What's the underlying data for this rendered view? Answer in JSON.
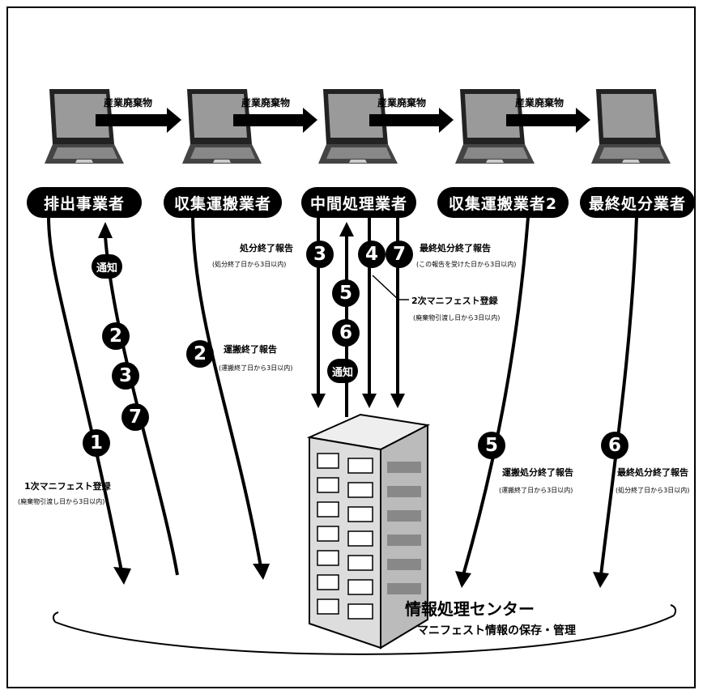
{
  "flow_label": "産業廃棄物",
  "actors": [
    "排出事業者",
    "収集運搬業者",
    "中間処理業者",
    "収集運搬業者2",
    "最終処分業者"
  ],
  "notice": "通知",
  "steps": {
    "s1": {
      "num": "1",
      "label": "1次マニフェスト登録",
      "sub": "(廃棄物引渡し日から3日以内)"
    },
    "s2": {
      "num": "2",
      "label": "運搬終了報告",
      "sub": "(運搬終了日から3日以内)"
    },
    "s3": {
      "num": "3",
      "label": "処分終了報告",
      "sub": "(処分終了日から3日以内)"
    },
    "s4": {
      "num": "4",
      "label": "2次マニフェスト登録",
      "sub": "(廃棄物引渡し日から3日以内)"
    },
    "s5": {
      "num": "5",
      "label": "運搬処分終了報告",
      "sub": "(運搬終了日から3日以内)"
    },
    "s6": {
      "num": "6",
      "label": "最終処分終了報告",
      "sub": "(処分終了日から3日以内)"
    },
    "s7": {
      "num": "7",
      "label": "最終処分終了報告",
      "sub": "(この報告を受けた日から3日以内)"
    }
  },
  "center": {
    "title": "情報処理センター",
    "subtitle": "マニフェスト情報の保存・管理"
  }
}
